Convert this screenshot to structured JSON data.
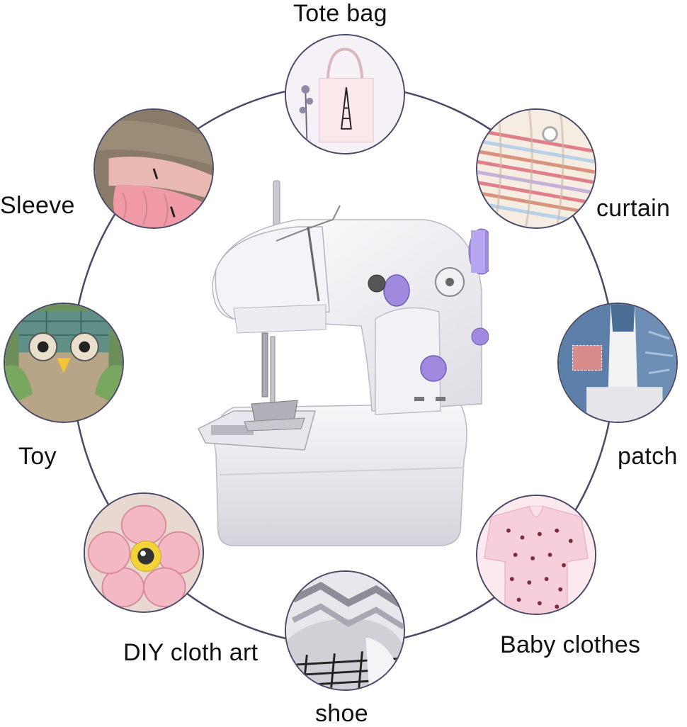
{
  "items": [
    {
      "key": "tote",
      "label": "Tote bag",
      "icon": "tote-bag-photo"
    },
    {
      "key": "curtain",
      "label": "curtain",
      "icon": "curtain-photo"
    },
    {
      "key": "patch",
      "label": "patch",
      "icon": "patch-jeans-photo"
    },
    {
      "key": "baby",
      "label": "Baby clothes",
      "icon": "baby-clothes-photo"
    },
    {
      "key": "shoe",
      "label": "shoe",
      "icon": "shoe-photo"
    },
    {
      "key": "diy",
      "label": "DIY cloth art",
      "icon": "diy-cloth-art-photo"
    },
    {
      "key": "toy",
      "label": "Toy",
      "icon": "toy-owl-photo"
    },
    {
      "key": "sleeve",
      "label": "Sleeve",
      "icon": "sleeve-photo"
    }
  ],
  "machine": {
    "icon": "sewing-machine-image",
    "accent": "#8b6fd6"
  },
  "colors": {
    "ring": "#4a4a68",
    "accent": "#8b6fd6"
  }
}
